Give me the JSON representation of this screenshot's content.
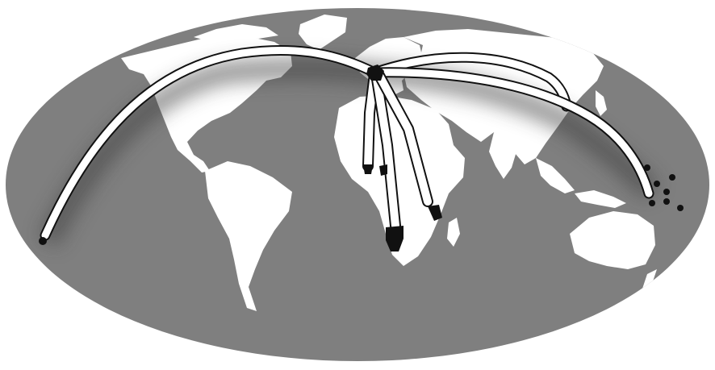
{
  "colors": {
    "ocean": "#7f7f7f",
    "land": "#ffffff",
    "route_fill": "#ffffff",
    "route_outline": "#111111",
    "marker": "#111111",
    "shadow": "#3a3a3a",
    "background": "#ffffff"
  },
  "routes": [
    {
      "id": "to-americas",
      "from": "hub",
      "to": "south-america-tip"
    },
    {
      "id": "to-east-asia",
      "from": "hub",
      "to": "east-asia"
    },
    {
      "id": "to-pacific",
      "from": "hub",
      "to": "pacific"
    },
    {
      "id": "to-west-africa",
      "from": "hub",
      "to": "west-africa"
    },
    {
      "id": "to-southern-africa",
      "from": "hub",
      "to": "southern-africa"
    },
    {
      "id": "to-east-africa",
      "from": "hub",
      "to": "east-africa"
    }
  ],
  "markers": [
    "hub",
    "south-america-tip",
    "pacific-islands",
    "west-africa",
    "southern-africa",
    "east-africa"
  ]
}
